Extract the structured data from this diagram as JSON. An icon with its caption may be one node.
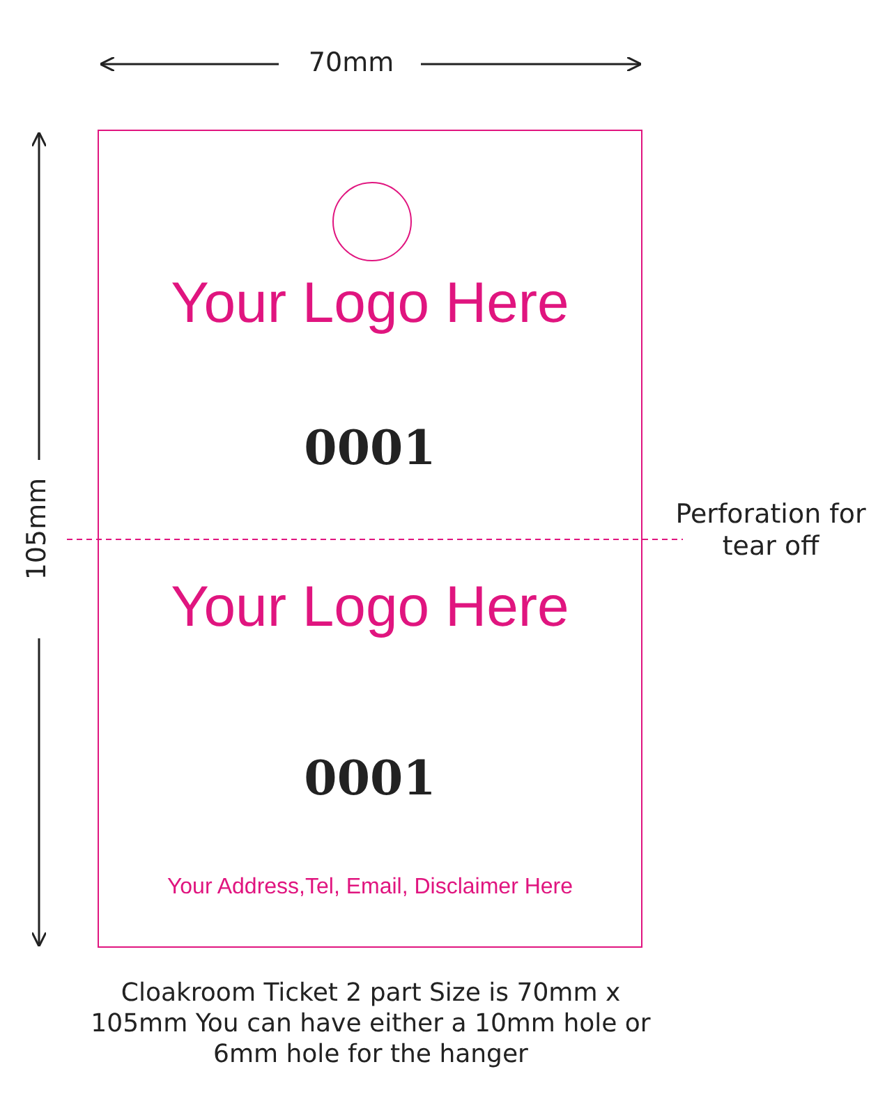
{
  "diagram": {
    "caption": "Cloakroom Ticket 2 part Size is 70mm x 105mm You can have either a 10mm hole or 6mm hole for the hanger",
    "nodes": [
      {
        "text": [
          "Your Logo Here",
          "0001",
          "Your Logo Here",
          "0001",
          "Your Address,Tel, Email, Disclaimer Here"
        ]
      }
    ],
    "edges": [],
    "labels": [
      "70mm",
      "105mm",
      "Perforation for tear off"
    ]
  }
}
